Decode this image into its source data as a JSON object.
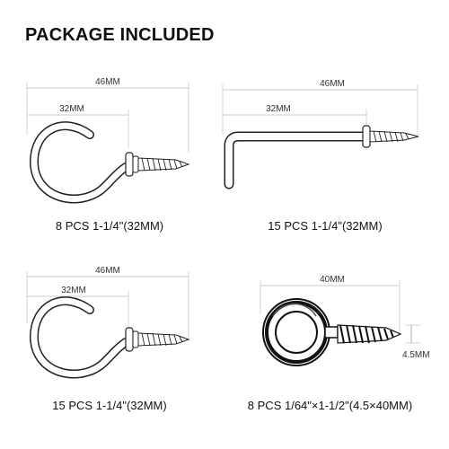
{
  "header": {
    "title": "PACKAGE INCLUDED"
  },
  "products": [
    {
      "overall": "46MM",
      "shank": "32MM",
      "caption": "8 PCS 1-1/4\"(32MM)"
    },
    {
      "overall": "46MM",
      "shank": "32MM",
      "caption": "15 PCS 1-1/4\"(32MM)"
    },
    {
      "overall": "46MM",
      "shank": "32MM",
      "caption": "15 PCS 1-1/4\"(32MM)"
    },
    {
      "overall": "40MM",
      "height": "4.5MM",
      "caption": "8 PCS 1/64\"×1-1/2\"(4.5×40MM)"
    }
  ]
}
